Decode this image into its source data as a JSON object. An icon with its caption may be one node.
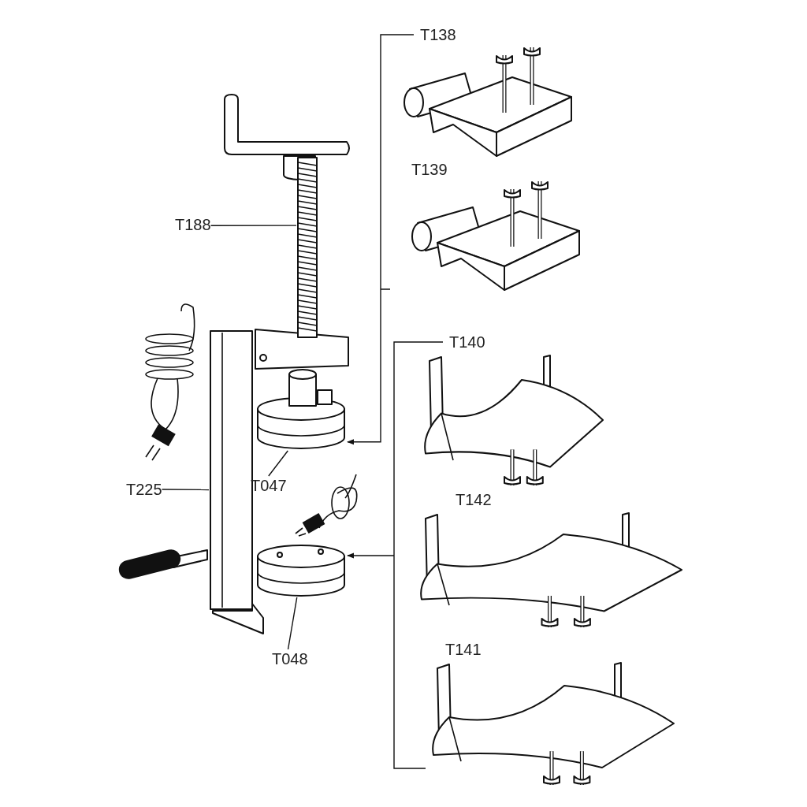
{
  "diagram": {
    "nodes": [
      {
        "text": [
          "T188"
        ]
      },
      {
        "text": [],
        "shape": "picture"
      },
      {
        "text": [
          "T225"
        ]
      },
      {
        "text": [],
        "shape": "picture"
      },
      {
        "text": [
          "T047"
        ]
      },
      {
        "text": [],
        "shape": "picture"
      },
      {
        "text": [
          "T048"
        ]
      },
      {
        "text": [],
        "shape": "picture"
      },
      {
        "text": [
          "T138"
        ]
      },
      {
        "text": [],
        "shape": "picture"
      },
      {
        "text": [
          "T139"
        ]
      },
      {
        "text": [],
        "shape": "picture"
      },
      {
        "text": [
          "T140"
        ]
      },
      {
        "text": [],
        "shape": "picture"
      },
      {
        "text": [
          "T142"
        ]
      },
      {
        "text": [],
        "shape": "picture"
      },
      {
        "text": [
          "T141"
        ]
      },
      {
        "text": [],
        "shape": "picture"
      }
    ],
    "edges": [
      {
        "from": 0,
        "to": 1,
        "arrow": "none"
      },
      {
        "from": 2,
        "to": 3,
        "arrow": "none"
      },
      {
        "from": 4,
        "to": 5,
        "arrow": "none"
      },
      {
        "from": 6,
        "to": 7,
        "arrow": "none"
      },
      {
        "from": 8,
        "to": 5,
        "arrow": "to"
      },
      {
        "from": 12,
        "to": 7,
        "arrow": "to"
      }
    ]
  }
}
